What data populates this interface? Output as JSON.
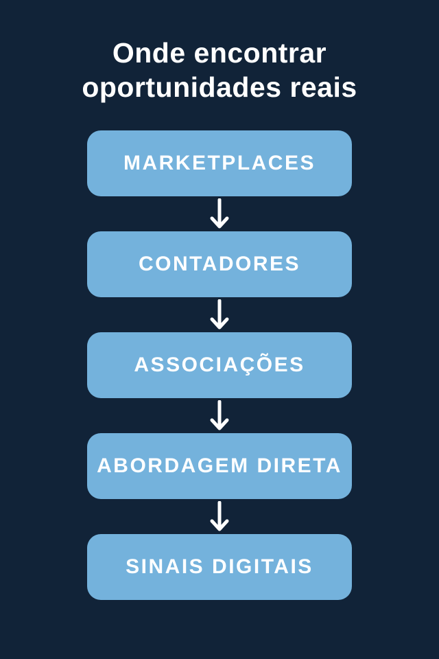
{
  "title": "Onde encontrar oportunidades reais",
  "colors": {
    "background": "#112338",
    "box": "#74b2dc",
    "text": "#ffffff",
    "arrow": "#ffffff"
  },
  "flow": {
    "steps": [
      {
        "label": "MARKETPLACES"
      },
      {
        "label": "CONTADORES"
      },
      {
        "label": "ASSOCIAÇÕES"
      },
      {
        "label": "ABORDAGEM DIRETA"
      },
      {
        "label": "SINAIS DIGITAIS"
      }
    ],
    "connector_icon": "down-arrow-icon"
  }
}
